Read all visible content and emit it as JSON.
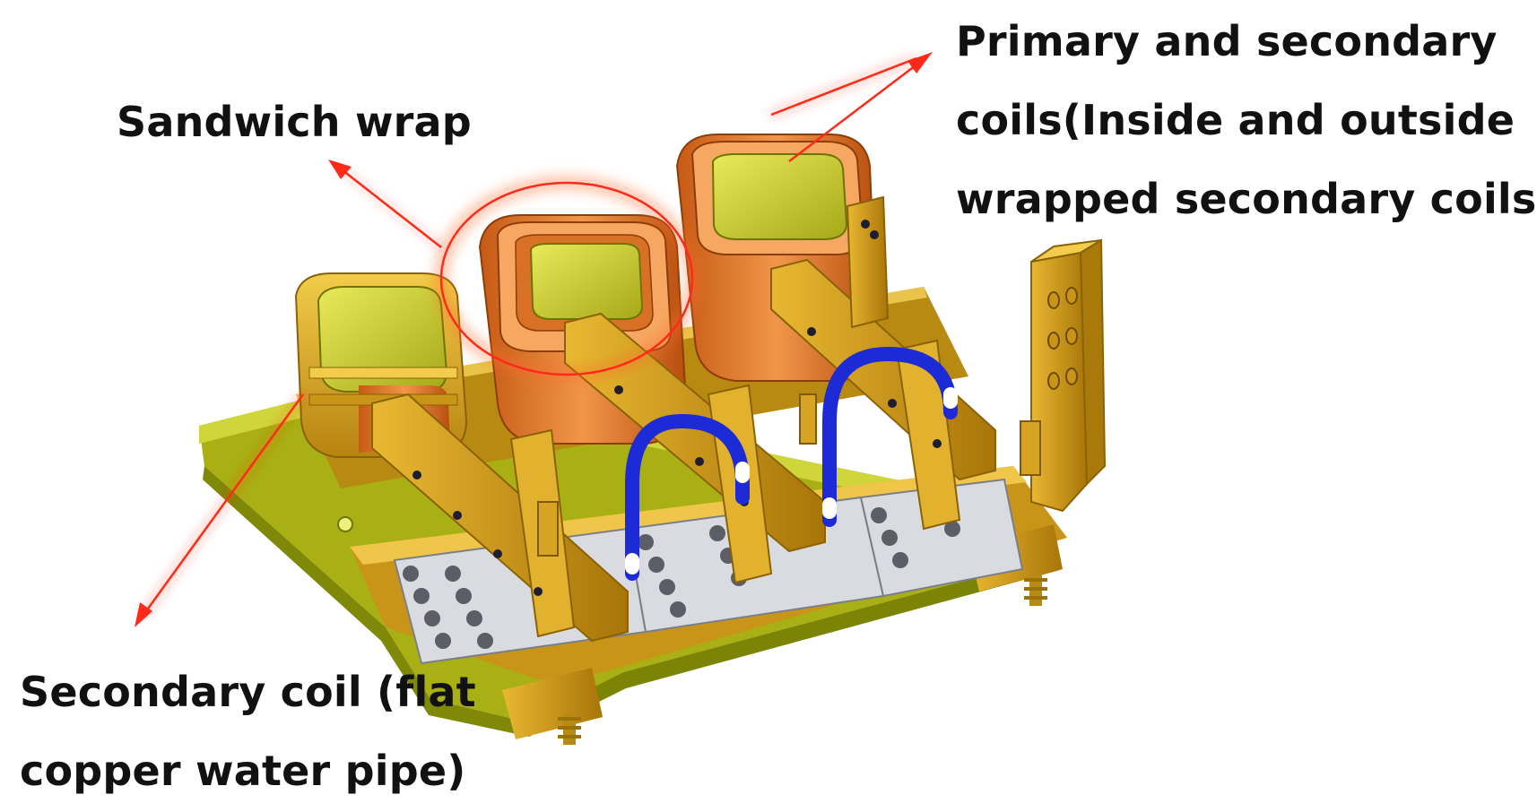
{
  "labels": {
    "sandwich_wrap": "Sandwich wrap",
    "primary_secondary": [
      "Primary and secondary",
      "coils(Inside and outside",
      "wrapped secondary coils)"
    ],
    "secondary_coil": [
      "Secondary coil (flat",
      "copper water pipe)"
    ]
  },
  "colors": {
    "arrow": "#ff2a1a",
    "copper": "#e07b2c",
    "brass": "#d4a11c",
    "pcb": "#b5bf12",
    "hose": "#1d2bd6"
  }
}
